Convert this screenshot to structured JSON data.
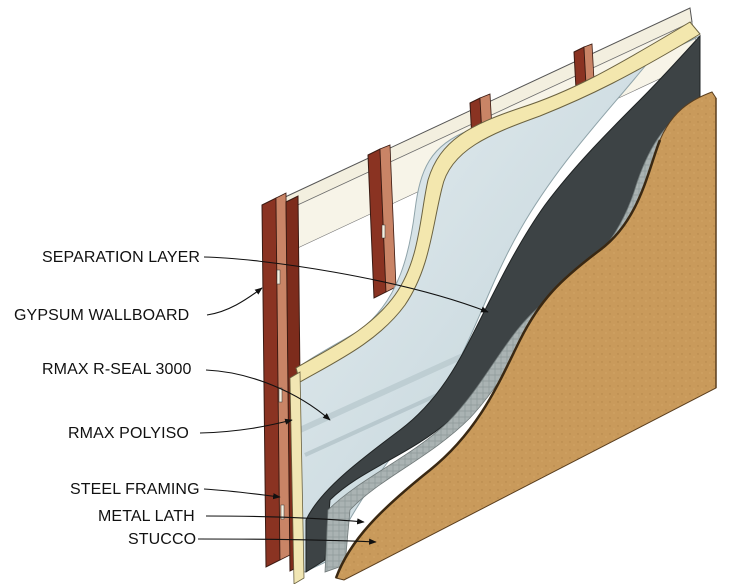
{
  "labels": {
    "separation_layer": "SEPARATION LAYER",
    "gypsum_wallboard": "GYPSUM WALLBOARD",
    "rmax_r_seal": "RMAX R-SEAL 3000",
    "rmax_polyiso": "RMAX POLYISO",
    "steel_framing": "STEEL FRAMING",
    "metal_lath": "METAL LATH",
    "stucco": "STUCCO"
  },
  "colors": {
    "stucco": "#c9995a",
    "separation_layer": "#3e4446",
    "metal_lath": "#a9b2b2",
    "polyiso": "#dde8ec",
    "r_seal_facer": "#f2e7b0",
    "steel_stud": "#8a3322",
    "gypsum_edge": "#f1ecd2"
  }
}
